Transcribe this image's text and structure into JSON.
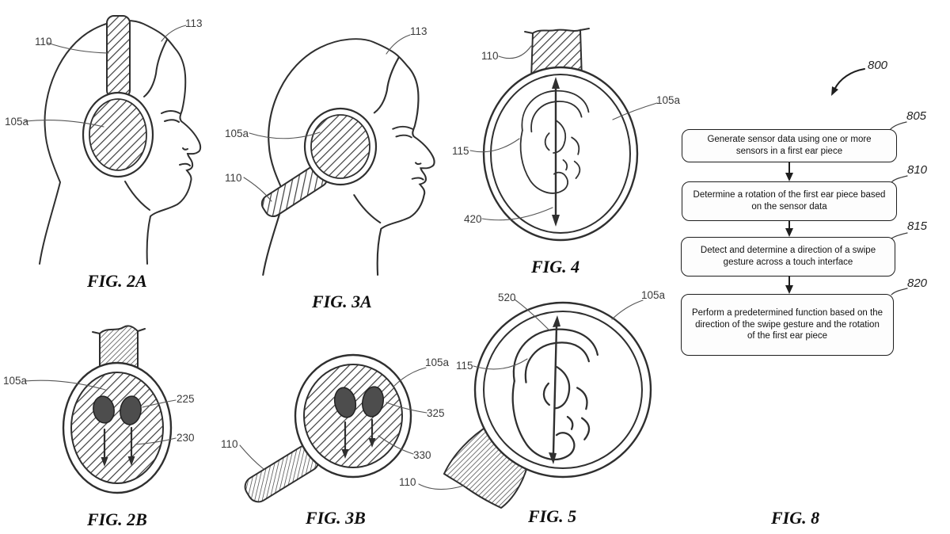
{
  "sheet": {
    "background": "#ffffff",
    "line_color": "#2f2f2f",
    "leader_color": "#555555",
    "touch_point_color": "#4d4d4d",
    "box_fill": "#fdfdfd"
  },
  "figures": {
    "fig2a": {
      "caption": "FIG. 2A",
      "labels": {
        "110": "110",
        "113": "113",
        "105a": "105a"
      }
    },
    "fig3a": {
      "caption": "FIG. 3A",
      "labels": {
        "113": "113",
        "105a": "105a",
        "110": "110"
      }
    },
    "fig4": {
      "caption": "FIG. 4",
      "labels": {
        "110": "110",
        "105a": "105a",
        "115": "115",
        "420": "420"
      }
    },
    "fig2b": {
      "caption": "FIG. 2B",
      "labels": {
        "105a": "105a",
        "225": "225",
        "230": "230"
      }
    },
    "fig3b": {
      "caption": "FIG. 3B",
      "labels": {
        "110": "110",
        "105a": "105a",
        "325": "325",
        "330": "330"
      }
    },
    "fig5": {
      "caption": "FIG. 5",
      "labels": {
        "520": "520",
        "105a": "105a",
        "115": "115",
        "110": "110"
      }
    },
    "fig8": {
      "caption": "FIG. 8",
      "ref": "800",
      "steps": [
        {
          "ref": "805",
          "text": "Generate sensor data using one or more sensors in a first ear piece"
        },
        {
          "ref": "810",
          "text": "Determine a rotation of the first ear piece based on the sensor data"
        },
        {
          "ref": "815",
          "text": "Detect and determine a direction of a swipe gesture across a touch interface"
        },
        {
          "ref": "820",
          "text": "Perform a predetermined function based on the direction of the swipe gesture and the rotation of the first ear piece"
        }
      ]
    }
  }
}
